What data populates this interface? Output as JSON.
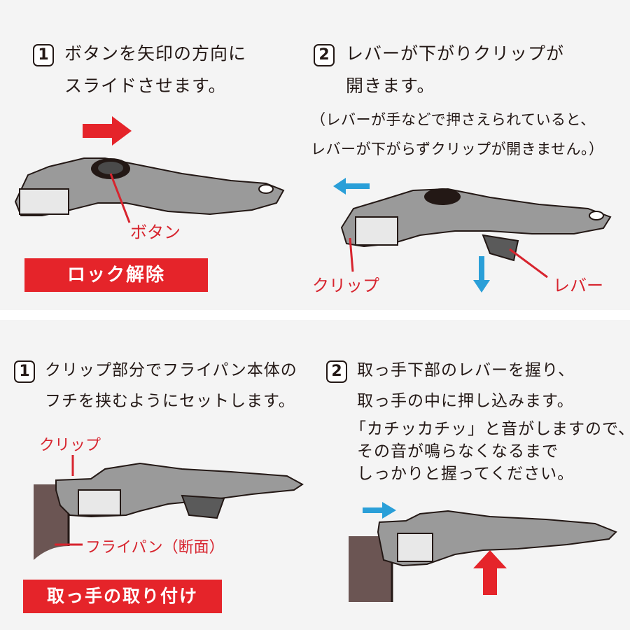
{
  "top": {
    "step1": {
      "number": "1",
      "lines": [
        "ボタンを矢印の方向に",
        "スライドさせます。"
      ]
    },
    "step2": {
      "number": "2",
      "lines": [
        "レバーが下がりクリップが",
        "開きます。"
      ],
      "note": [
        "（レバーが手などで押さえられていると、",
        "レバーが下がらずクリップが開きません。）"
      ]
    },
    "labels": {
      "button": "ボタン",
      "clip": "クリップ",
      "lever": "レバー"
    },
    "banner": "ロック解除"
  },
  "bottom": {
    "step1": {
      "number": "1",
      "lines": [
        "クリップ部分でフライパン本体の",
        "フチを挟むようにセットします。"
      ]
    },
    "step2": {
      "number": "2",
      "lines": [
        "取っ手下部のレバーを握り、",
        "取っ手の中に押し込みます。",
        "「カチッカチッ」と音がしますので、",
        "その音が鳴らなくなるまで",
        "しっかりと握ってください。"
      ]
    },
    "labels": {
      "clip": "クリップ",
      "pan": "フライパン（断面）"
    },
    "banner": "取っ手の取り付け"
  },
  "colors": {
    "accent_red": "#e5242a",
    "label_red": "#d7242e",
    "arrow_blue": "#2a9fd8",
    "handle_gray": "#9a9a9a",
    "pan_brown": "#6b5553"
  }
}
